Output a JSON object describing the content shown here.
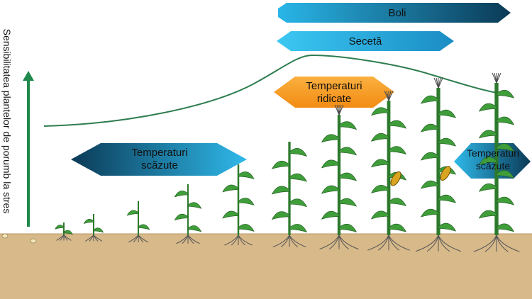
{
  "diagram": {
    "y_axis_label": "Sensibilitatea plantelor de porumb la stres",
    "stressors": [
      {
        "id": "boli",
        "label": "Boli"
      },
      {
        "id": "seceta",
        "label": "Secetă"
      },
      {
        "id": "temp-ridicate",
        "label": "Temperaturi ridicate"
      },
      {
        "id": "temp-scazute-early",
        "label": "Temperaturi scăzute"
      },
      {
        "id": "temp-scazute-late",
        "label": "Temperaturi scăzute"
      }
    ],
    "growth_stages_count": 12,
    "colors": {
      "soil": "#d7b98a",
      "arrow": "#1f8a4c",
      "curve": "#2e7d4f",
      "hexagon_blue_light": "#29b6e8",
      "hexagon_blue_dark": "#0b3a56",
      "hexagon_orange": "#f7941d",
      "plant_green": "#3f9e3a",
      "roots": "#555555"
    }
  }
}
